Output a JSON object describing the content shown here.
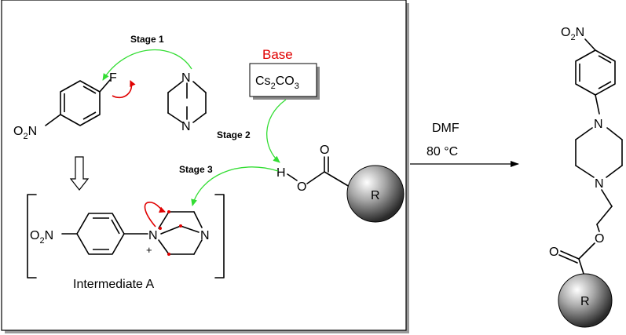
{
  "scheme": {
    "stages": [
      "Stage 1",
      "Stage 2",
      "Stage 3"
    ],
    "base_label": "Base",
    "base_reagent": {
      "main": "Cs",
      "sub1": "2",
      "mid": "CO",
      "sub2": "3"
    },
    "conditions": {
      "solvent": "DMF",
      "temperature": "80 °C"
    },
    "intermediate_label": "Intermediate A",
    "atoms": {
      "fluorine": "F",
      "nitrogen": "N",
      "oxygen": "O",
      "hydrogen": "H",
      "plus": "+",
      "nitro": {
        "main": "O",
        "sub": "2",
        "tail": "N"
      },
      "nitro_product": {
        "main": "O",
        "sub": "2",
        "tail": "N"
      },
      "resin": "R"
    },
    "colors": {
      "arrow_green": "#33dd33",
      "electron_red": "#e00000",
      "base_text": "#e00000"
    }
  }
}
